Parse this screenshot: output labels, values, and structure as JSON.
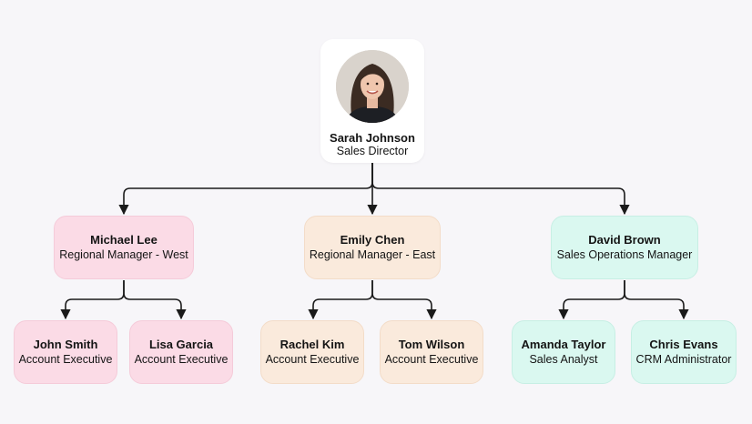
{
  "root": {
    "name": "Sarah Johnson",
    "title": "Sales Director",
    "avatar": "person-portrait"
  },
  "managers": [
    {
      "name": "Michael Lee",
      "title": "Regional Manager - West",
      "color": "#fbdbe6",
      "reports": [
        {
          "name": "John Smith",
          "title": "Account Executive"
        },
        {
          "name": "Lisa Garcia",
          "title": "Account Executive"
        }
      ]
    },
    {
      "name": "Emily Chen",
      "title": "Regional Manager - East",
      "color": "#faeadc",
      "reports": [
        {
          "name": "Rachel Kim",
          "title": "Account Executive"
        },
        {
          "name": "Tom Wilson",
          "title": "Account Executive"
        }
      ]
    },
    {
      "name": "David Brown",
      "title": "Sales Operations Manager",
      "color": "#daf8f0",
      "reports": [
        {
          "name": "Amanda Taylor",
          "title": "Sales Analyst"
        },
        {
          "name": "Chris Evans",
          "title": "CRM Administrator"
        }
      ]
    }
  ],
  "colors": {
    "background": "#f7f6f9",
    "connector": "#1a1a1a"
  }
}
